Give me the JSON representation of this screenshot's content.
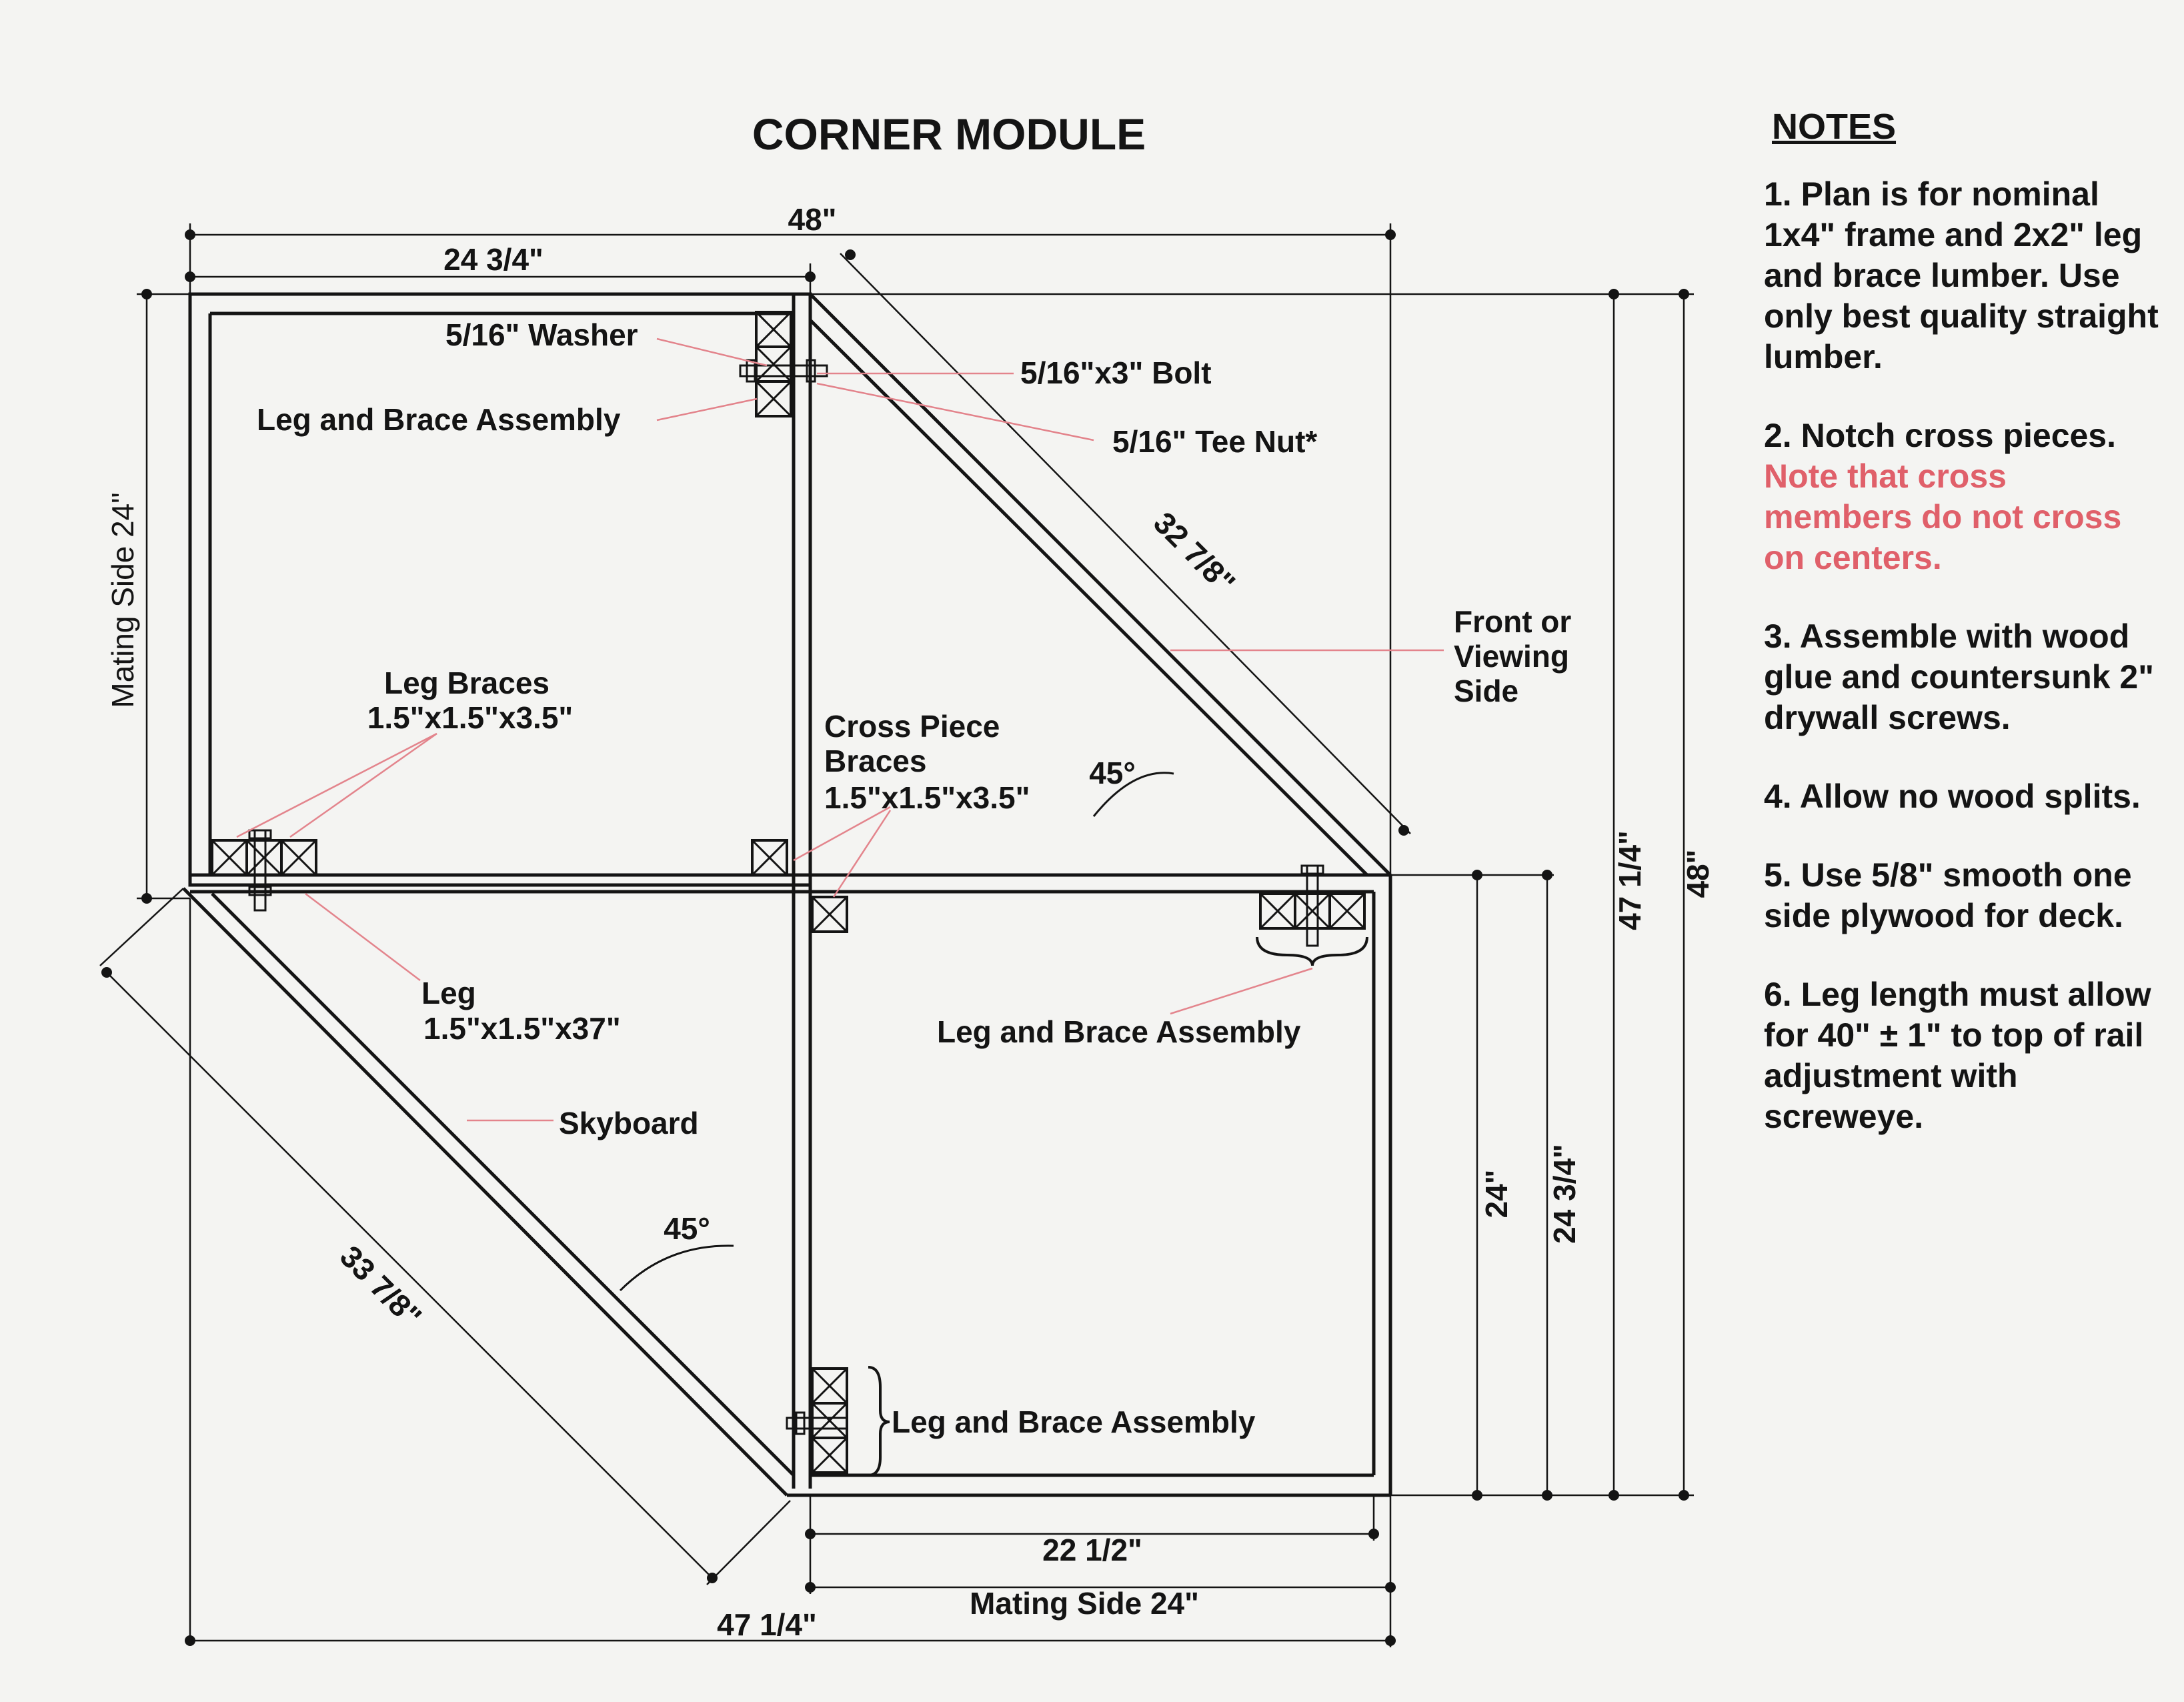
{
  "title": "CORNER MODULE",
  "notes_title": "NOTES",
  "notes": [
    {
      "text": "1. Plan is for nominal 1x4\" frame and 2x2\" leg and brace lumber.  Use only best quality straight lumber."
    },
    {
      "text": "2. Notch cross pieces.",
      "highlight": "Note that cross members do not cross on centers."
    },
    {
      "text": "3. Assemble with wood glue and countersunk 2\" drywall screws."
    },
    {
      "text": "4.  Allow no wood splits."
    },
    {
      "text": "5. Use 5/8\" smooth one side plywood for deck."
    },
    {
      "text": "6.  Leg length must allow for 40\" ± 1\" to top of rail  adjustment with screweye."
    }
  ],
  "dimensions": {
    "top_overall": "48\"",
    "top_left": "24 3/4\"",
    "left_side": "Mating Side 24\"",
    "diagonal_top": "32 7/8\"",
    "diagonal_bottom": "33 7/8\"",
    "right_47": "47 1/4\"",
    "right_48": "48\"",
    "right_24": "24\"",
    "right_24_34": "24 3/4\"",
    "bottom_22": "22 1/2\"",
    "bottom_mating": "Mating Side 24\"",
    "bottom_47": "47 1/4\"",
    "angle_top": "45°",
    "angle_bottom": "45°"
  },
  "labels": {
    "washer": "5/16\" Washer",
    "bolt": "5/16\"x3\" Bolt",
    "tee_nut": "5/16\" Tee Nut*",
    "leg_brace_top": "Leg and Brace Assembly",
    "front_line1": "Front or",
    "front_line2": "Viewing",
    "front_line3": "Side",
    "leg_braces_line1": "Leg Braces",
    "leg_braces_line2": "1.5\"x1.5\"x3.5\"",
    "cross_line1": "Cross Piece",
    "cross_line2": "Braces",
    "cross_line3": "1.5\"x1.5\"x3.5\"",
    "leg_line1": "Leg",
    "leg_line2": "1.5\"x1.5\"x37\"",
    "leg_brace_mid": "Leg and Brace Assembly",
    "skyboard": "Skyboard",
    "leg_brace_bottom": "Leg and Brace Assembly"
  },
  "colors": {
    "ink": "#141414",
    "leader": "#e3848c",
    "note_red": "#e0606a",
    "paper": "#f4f4f2"
  }
}
